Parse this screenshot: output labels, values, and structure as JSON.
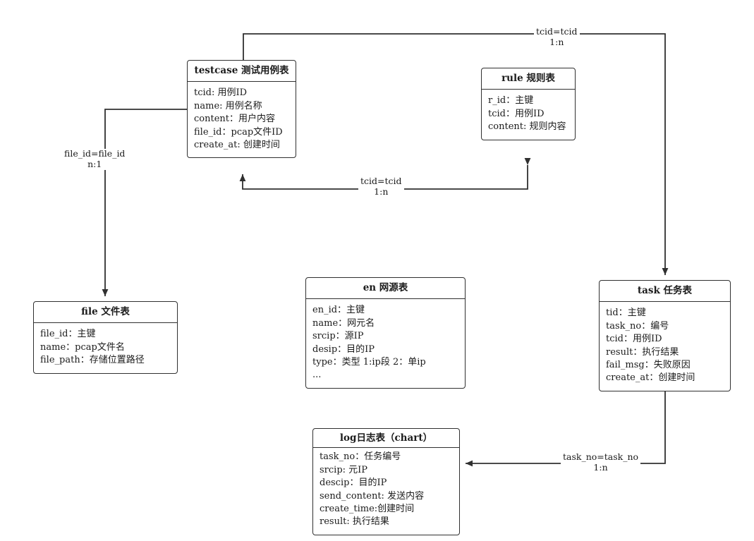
{
  "diagram": {
    "title": "database-er-diagram",
    "stroke_color": "#303030",
    "text_color": "#1b1b1b",
    "background": "#ffffff"
  },
  "entities": {
    "testcase": {
      "title": "testcase 测试用例表",
      "fields": [
        "tcid: 用例ID",
        "name: 用例名称",
        "content：用户内容",
        "file_id：pcap文件ID",
        "create_at: 创建时间"
      ]
    },
    "rule": {
      "title": "rule 规则表",
      "fields": [
        "r_id：主键",
        "tcid：用例ID",
        "content: 规则内容"
      ]
    },
    "file": {
      "title": "file 文件表",
      "fields": [
        "file_id：主键",
        "name：pcap文件名",
        "file_path：存储位置路径"
      ]
    },
    "en": {
      "title": "en 网源表",
      "fields": [
        "en_id：主键",
        "name：网元名",
        "srcip：源IP",
        "desip：目的IP",
        "type：类型  1:ip段  2：单ip",
        "..."
      ]
    },
    "task": {
      "title": "task 任务表",
      "fields": [
        "tid：主键",
        "task_no：编号",
        "tcid：用例ID",
        "result：执行结果",
        "fail_msg：失败原因",
        "create_at：创建时间"
      ]
    },
    "log": {
      "title": "log日志表（chart）",
      "fields": [
        "task_no：任务编号",
        "srcip: 元IP",
        "descip：目的IP",
        "send_content: 发送内容",
        "create_time:创建时间",
        "result: 执行结果"
      ]
    }
  },
  "relations": [
    {
      "id": "testcase-task",
      "relation": "tcid=tcid",
      "cardinality": "1:n",
      "from": "testcase",
      "to": "task"
    },
    {
      "id": "testcase-file",
      "relation": "file_id=file_id",
      "cardinality": "n:1",
      "from": "testcase",
      "to": "file"
    },
    {
      "id": "rule-testcase",
      "relation": "tcid=tcid",
      "cardinality": "1:n",
      "from": "rule",
      "to": "testcase"
    },
    {
      "id": "task-log",
      "relation": "task_no=task_no",
      "cardinality": "1:n",
      "from": "task",
      "to": "log"
    }
  ]
}
